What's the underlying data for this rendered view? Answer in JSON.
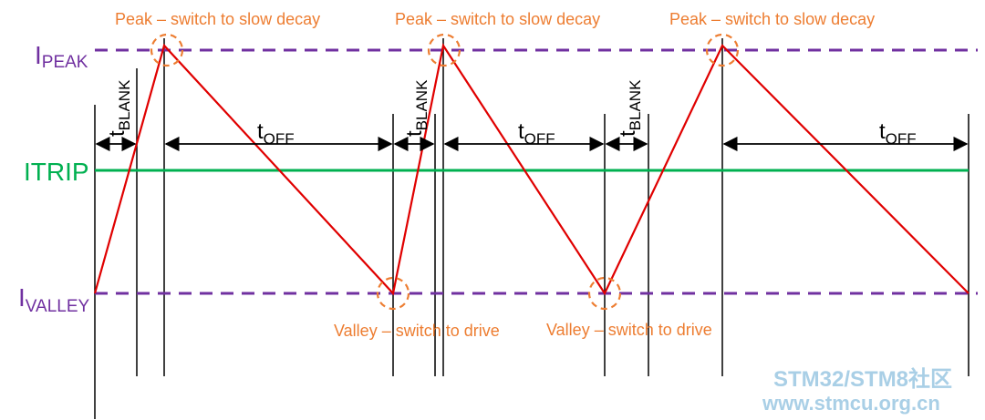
{
  "levels": {
    "peak": {
      "main": "I",
      "sub": "PEAK"
    },
    "itrip": "ITRIP",
    "valley": {
      "main": "I",
      "sub": "VALLEY"
    }
  },
  "annotations": {
    "peak": "Peak – switch to slow decay",
    "valley": "Valley – switch to drive"
  },
  "intervals": {
    "blank": {
      "main": "t",
      "sub": "BLANK"
    },
    "off": {
      "main": "t",
      "sub": "OFF"
    }
  },
  "watermark": {
    "line1": "STM32/STM8社区",
    "line2": "www.stmcu.org.cn"
  },
  "colors": {
    "waveform": "#E00000",
    "itrip_line": "#00B050",
    "level_dashes": "#7030A0",
    "annotation": "#ED7D31",
    "watermark": "#a9cfe6"
  }
}
